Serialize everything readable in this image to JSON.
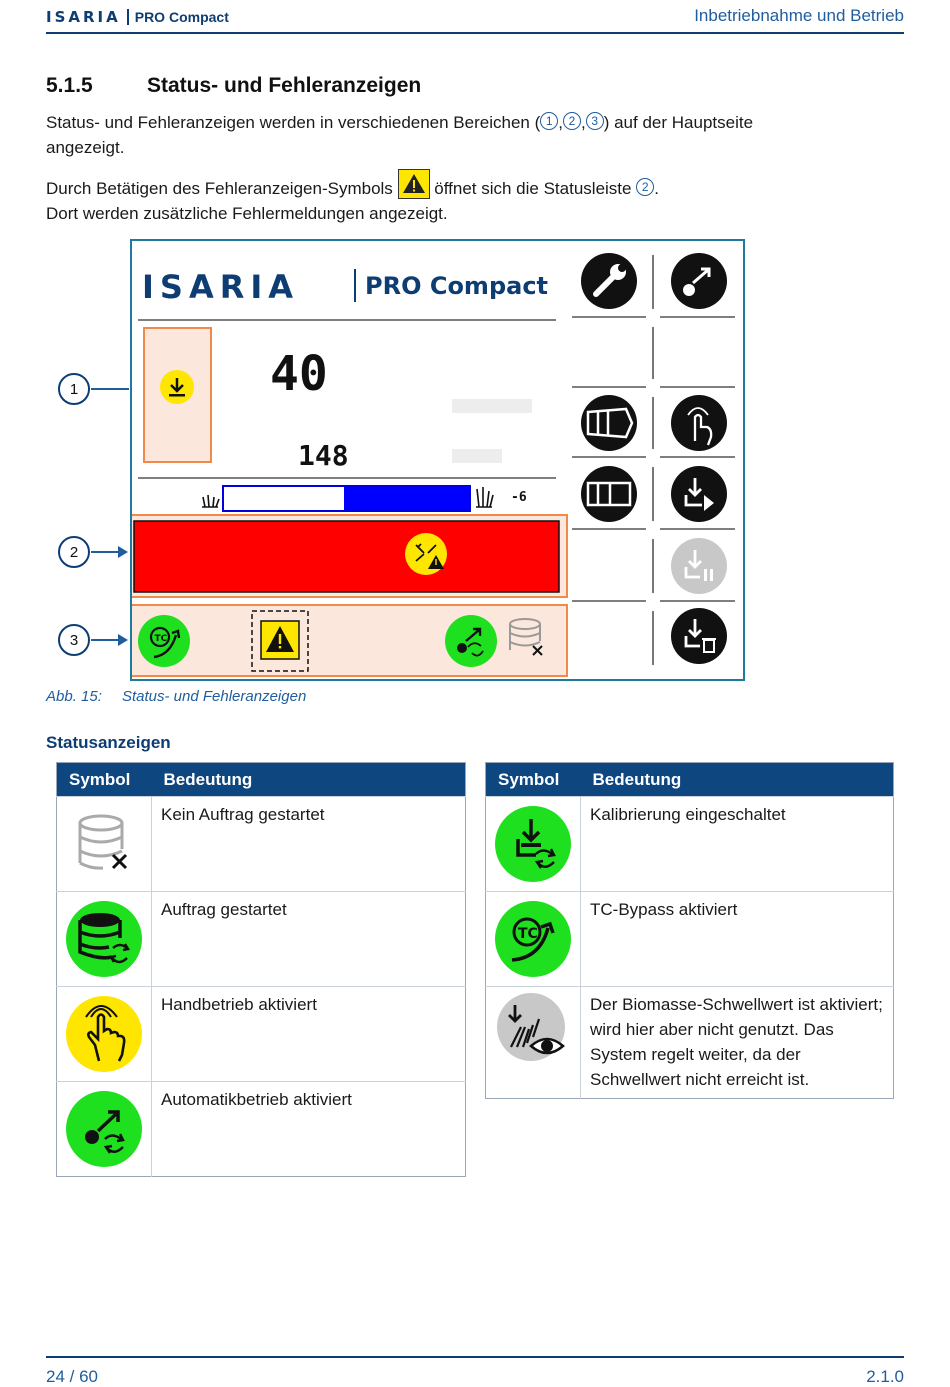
{
  "header": {
    "brand": "ISARIA",
    "model": "PRO Compact",
    "chapter": "Inbetriebnahme und Betrieb"
  },
  "section": {
    "number": "5.1.5",
    "title": "Status- und Fehleranzeigen"
  },
  "intro": {
    "line1_a": "Status- und Fehleranzeigen werden in verschiedenen Bereichen (",
    "mark1": "1",
    "mark2": "2",
    "mark3": "3",
    "line1_b": ") auf der Hauptseite",
    "line2": "angezeigt.",
    "line3_a": "Durch Betätigen des Fehleranzeigen-Symbols",
    "line3_b": "öffnet sich die Statusleiste",
    "line3_c": ".",
    "line4": "Dort werden zusätzliche Fehlermeldungen angezeigt."
  },
  "screen": {
    "brand": "ISARIA",
    "model": "PRO Compact",
    "value_main": "40",
    "value_secondary": "148",
    "bar_end_label": "-6",
    "bar_fill_fraction": 0.51,
    "callouts": [
      "1",
      "2",
      "3"
    ]
  },
  "caption": {
    "label": "Abb. 15:",
    "text": "Status- und Fehleranzeigen"
  },
  "subheading": "Statusanzeigen",
  "table_left": {
    "headers": [
      "Symbol",
      "Bedeutung"
    ],
    "rows": [
      {
        "icon": "database-x-icon",
        "text": "Kein Auftrag gestartet"
      },
      {
        "icon": "database-sync-icon",
        "text": "Auftrag gestartet"
      },
      {
        "icon": "hand-touch-icon",
        "text": "Handbetrieb aktiviert"
      },
      {
        "icon": "auto-mode-icon",
        "text": "Automatikbetrieb aktiviert"
      }
    ]
  },
  "table_right": {
    "headers": [
      "Symbol",
      "Bedeutung"
    ],
    "rows": [
      {
        "icon": "calibration-icon",
        "text": "Kalibrierung eingeschaltet"
      },
      {
        "icon": "tc-bypass-icon",
        "text": "TC-Bypass aktiviert"
      },
      {
        "icon": "biomass-threshold-icon",
        "text": "Der Biomasse-Schwellwert ist aktiviert; wird hier aber nicht genutzt. Das System regelt weiter, da der Schwellwert nicht erreicht ist."
      }
    ]
  },
  "colors": {
    "brand_blue": "#0e3d73",
    "link_blue": "#1f5d9e",
    "status_green": "#1fe01f",
    "status_yellow": "#ffe600",
    "error_red": "#ff0000",
    "highlight_orange": "#f08a4b"
  },
  "footer": {
    "page": "24 / 60",
    "version": "2.1.0"
  }
}
